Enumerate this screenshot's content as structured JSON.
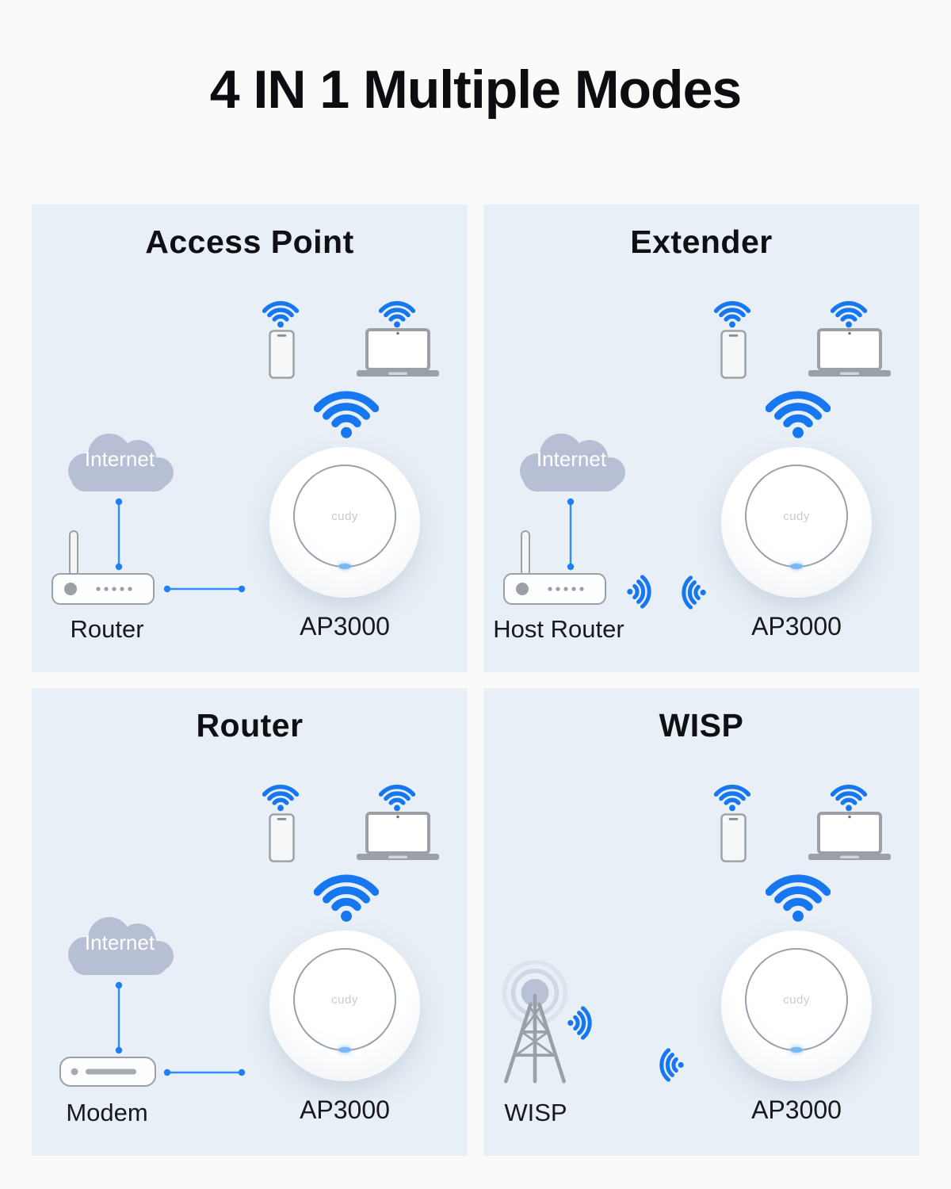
{
  "page": {
    "title": "4 IN 1 Multiple Modes"
  },
  "colors": {
    "page_bg": "#fafafa",
    "panel_bg": "#e8eff6",
    "accent_blue": "#1677f0",
    "cloud_gray": "#b6bfd4",
    "device_gray": "#9aa0a6",
    "text_dark": "#17191c"
  },
  "panels": [
    {
      "id": "access-point",
      "title": "Access Point",
      "cloud_label": "Internet",
      "source_label": "Router",
      "ap_label": "AP3000",
      "uplink": "wired"
    },
    {
      "id": "extender",
      "title": "Extender",
      "cloud_label": "Internet",
      "source_label": "Host Router",
      "ap_label": "AP3000",
      "uplink": "wireless"
    },
    {
      "id": "router",
      "title": "Router",
      "cloud_label": "Internet",
      "source_label": "Modem",
      "ap_label": "AP3000",
      "uplink": "wired"
    },
    {
      "id": "wisp",
      "title": "WISP",
      "source_label": "WISP",
      "ap_label": "AP3000",
      "uplink": "wireless"
    }
  ],
  "ap_device": {
    "brand": "cudy"
  },
  "icons": {
    "wifi-icon": "three blue arcs over a dot",
    "wireless-signal-icon": "rotated wifi arcs (dot + arcs sideways)",
    "phone-icon": "gray outline smartphone",
    "laptop-icon": "gray laptop with white screen",
    "router-icon": "rounded box with antenna and LED dots",
    "modem-icon": "rounded box with dot and bar",
    "internet-cloud-icon": "gray cloud",
    "radio-tower-icon": "lattice tower with radio halo",
    "link-line": "blue line with endpoint dots"
  }
}
